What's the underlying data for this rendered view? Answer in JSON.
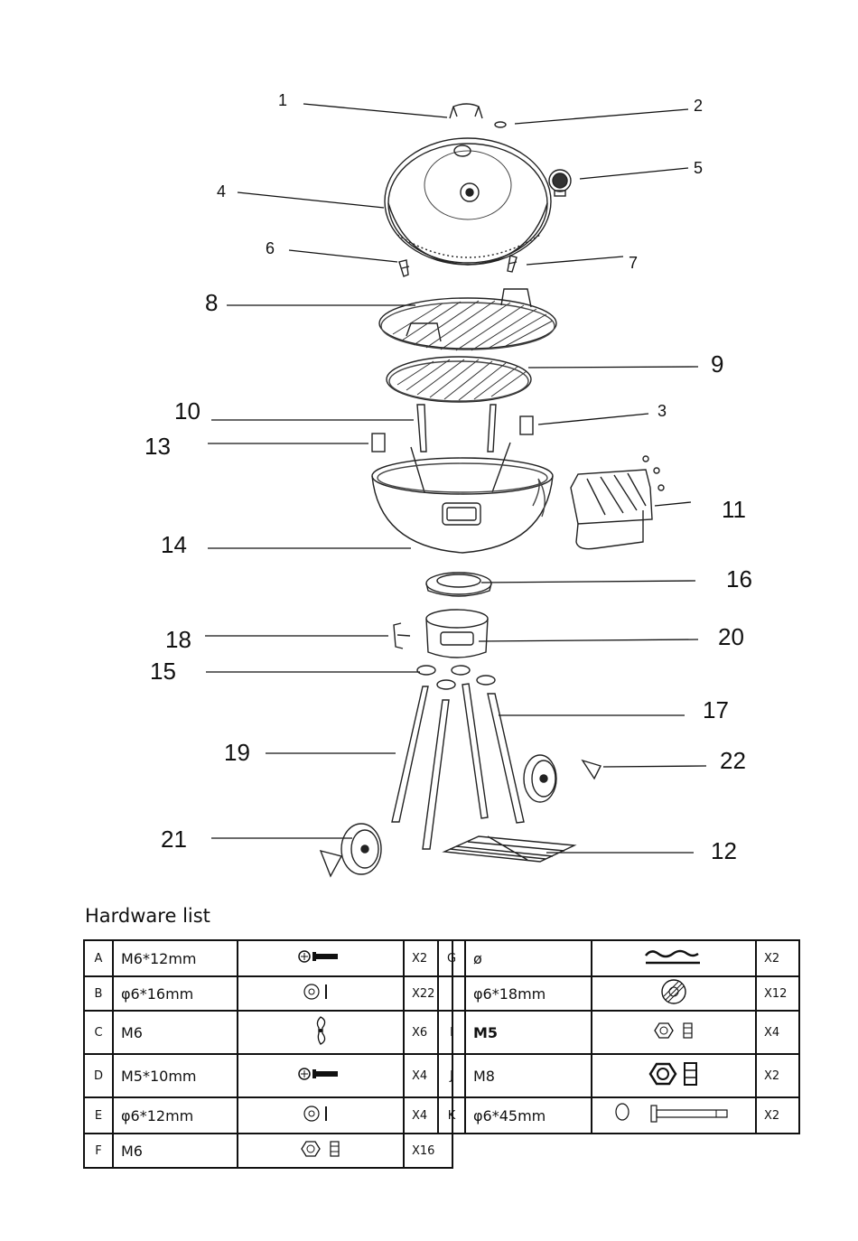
{
  "callouts": [
    {
      "id": "1",
      "text": "1"
    },
    {
      "id": "2",
      "text": "2"
    },
    {
      "id": "3",
      "text": "3"
    },
    {
      "id": "4",
      "text": "4"
    },
    {
      "id": "5",
      "text": "5"
    },
    {
      "id": "6",
      "text": "6"
    },
    {
      "id": "7",
      "text": "7"
    },
    {
      "id": "8",
      "text": "8"
    },
    {
      "id": "9",
      "text": "9"
    },
    {
      "id": "10",
      "text": "10"
    },
    {
      "id": "11",
      "text": "11"
    },
    {
      "id": "12",
      "text": "12"
    },
    {
      "id": "13",
      "text": "13"
    },
    {
      "id": "14",
      "text": "14"
    },
    {
      "id": "15",
      "text": "15"
    },
    {
      "id": "16",
      "text": "16"
    },
    {
      "id": "17",
      "text": "17"
    },
    {
      "id": "18",
      "text": "18"
    },
    {
      "id": "19",
      "text": "19"
    },
    {
      "id": "20",
      "text": "20"
    },
    {
      "id": "21",
      "text": "21"
    },
    {
      "id": "22",
      "text": "22"
    }
  ],
  "hardware": {
    "title": "Hardware list",
    "left": [
      {
        "letter": "A",
        "spec": "M6*12mm",
        "icon": "bolt-icon",
        "qty": "X2"
      },
      {
        "letter": "B",
        "spec": "φ6*16mm",
        "icon": "washer-icon",
        "qty": "X22"
      },
      {
        "letter": "C",
        "spec": "M6",
        "icon": "wing-nut-icon",
        "qty": "X6"
      },
      {
        "letter": "D",
        "spec": "M5*10mm",
        "icon": "bolt-icon",
        "qty": "X4"
      },
      {
        "letter": "E",
        "spec": "φ6*12mm",
        "icon": "washer-icon",
        "qty": "X4"
      },
      {
        "letter": "F",
        "spec": "M6",
        "icon": "hex-nut-icon",
        "qty": "X16"
      }
    ],
    "right": [
      {
        "letter": "G",
        "spec": "ø",
        "icon": "clip-icon",
        "qty": "X2"
      },
      {
        "letter": "",
        "spec": "φ6*18mm",
        "icon": "lock-washer-icon",
        "qty": "X12"
      },
      {
        "letter": "I",
        "spec": "M5",
        "icon": "hex-nut-icon",
        "qty": "X4"
      },
      {
        "letter": "J",
        "spec": "M8",
        "icon": "hex-nut-icon",
        "qty": "X2"
      },
      {
        "letter": "K",
        "spec": "φ6*45mm",
        "icon": "pin-icon",
        "qty": "X2"
      }
    ]
  }
}
